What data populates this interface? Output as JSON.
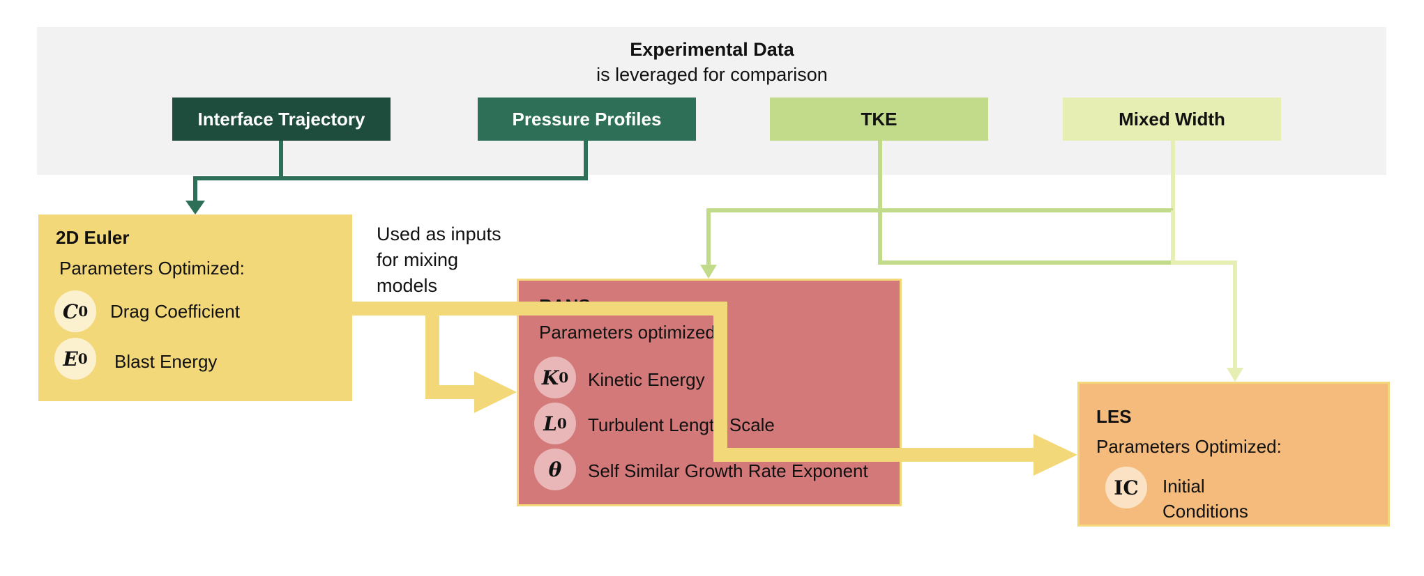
{
  "experimental": {
    "title": "Experimental Data",
    "subtitle": "is leveraged for comparison",
    "metrics": [
      {
        "label": "Interface Trajectory",
        "color": "#1e4d3d",
        "text_color": "#ffffff"
      },
      {
        "label": "Pressure Profiles",
        "color": "#2e7057",
        "text_color": "#ffffff"
      },
      {
        "label": "TKE",
        "color": "#c2db8b",
        "text_color": "#111111"
      },
      {
        "label": "Mixed Width",
        "color": "#e6eeb4",
        "text_color": "#111111"
      }
    ]
  },
  "euler": {
    "title": "2D Euler",
    "subtitle": "Parameters Optimized:",
    "color": "#f3d87a",
    "params": [
      {
        "symbol": "C",
        "sub": "0",
        "label": "Drag Coefficient"
      },
      {
        "symbol": "E",
        "sub": "0",
        "label": "Blast Energy"
      }
    ]
  },
  "inputs_note": {
    "line1": "Used as inputs",
    "line2": "for mixing",
    "line3": "models"
  },
  "rans": {
    "title": "RANS",
    "subtitle": "Parameters optimized:",
    "color": "#d47979",
    "params": [
      {
        "symbol": "K",
        "sub": "0",
        "label": "Kinetic Energy"
      },
      {
        "symbol": "L",
        "sub": "0",
        "label": "Turbulent Length Scale"
      },
      {
        "symbol": "θ",
        "sub": "",
        "label": "Self Similar Growth Rate Exponent"
      }
    ]
  },
  "les": {
    "title": "LES",
    "subtitle": "Parameters Optimized:",
    "color": "#f5bb7c",
    "params": [
      {
        "symbol": "IC",
        "sub": "",
        "label_line1": "Initial",
        "label_line2": "Conditions"
      }
    ]
  }
}
